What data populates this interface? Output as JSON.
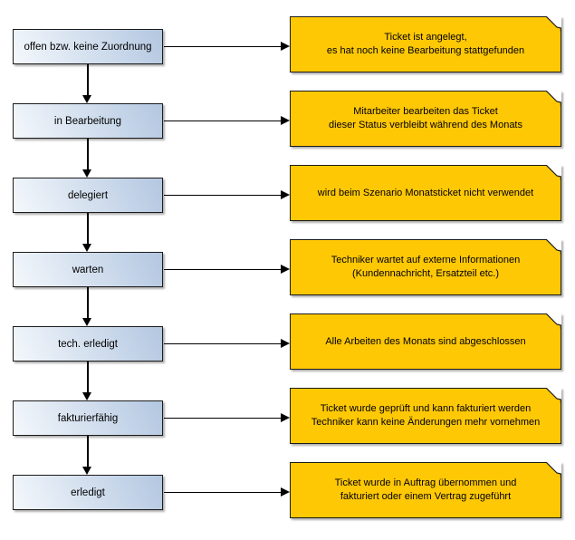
{
  "diagram": {
    "type": "flowchart",
    "description": "Ticket status workflow with annotations",
    "rows": [
      {
        "status": "offen bzw. keine Zuordnung",
        "note": "Ticket ist angelegt,\nes hat noch keine Bearbeitung stattgefunden"
      },
      {
        "status": "in Bearbeitung",
        "note": "Mitarbeiter bearbeiten das Ticket\ndieser Status verbleibt während des Monats"
      },
      {
        "status": "delegiert",
        "note": "wird beim Szenario Monatsticket nicht verwendet"
      },
      {
        "status": "warten",
        "note": "Techniker wartet auf externe Informationen\n(Kundennachricht, Ersatzteil etc.)"
      },
      {
        "status": "tech. erledigt",
        "note": "Alle Arbeiten des Monats sind abgeschlossen"
      },
      {
        "status": "fakturierfähig",
        "note": "Ticket wurde geprüft und kann fakturiert werden\nTechniker kann keine Änderungen mehr vornehmen"
      },
      {
        "status": "erledigt",
        "note": "Ticket wurde in Auftrag übernommen und\nfakturiert oder einem Vertrag zugeführt"
      }
    ],
    "colors": {
      "background": "#ffffff",
      "status_fill_light": "#f4f8fc",
      "status_fill_dark": "#b3c7e1",
      "note_fill": "#ffc805",
      "border": "#1c1c1c",
      "arrow": "#000000"
    }
  }
}
